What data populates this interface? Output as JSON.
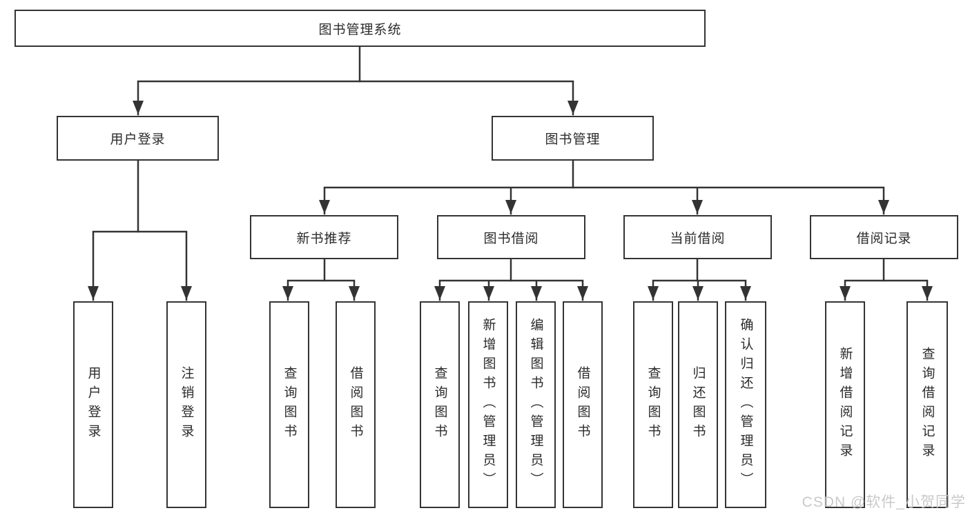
{
  "colors": {
    "line": "#333333",
    "box_border": "#333333",
    "text": "#2b2b2b",
    "watermark": "#c4c4c4",
    "background": "#ffffff"
  },
  "nodes": {
    "root": "图书管理系统",
    "user_login": "用户登录",
    "book_management": "图书管理",
    "new_book_recommend": "新书推荐",
    "book_borrowing": "图书借阅",
    "current_borrowing": "当前借阅",
    "borrowing_records": "借阅记录",
    "leaf_user_login": "用户登录",
    "leaf_logout": "注销登录",
    "leaf_query_books_recommend": "查询图书",
    "leaf_borrow_books_recommend": "借阅图书",
    "leaf_query_books_borrowing": "查询图书",
    "leaf_add_books_admin": "新增图书（管理员）",
    "leaf_edit_books_admin": "编辑图书（管理员）",
    "leaf_borrow_books_borrowing": "借阅图书",
    "leaf_query_books_current": "查询图书",
    "leaf_return_books": "归还图书",
    "leaf_confirm_return_admin": "确认归还（管理员）",
    "leaf_add_borrow_record": "新增借阅记录",
    "leaf_query_borrow_record": "查询借阅记录"
  },
  "watermark": {
    "text": "CSDN @软件_小贺同学"
  }
}
